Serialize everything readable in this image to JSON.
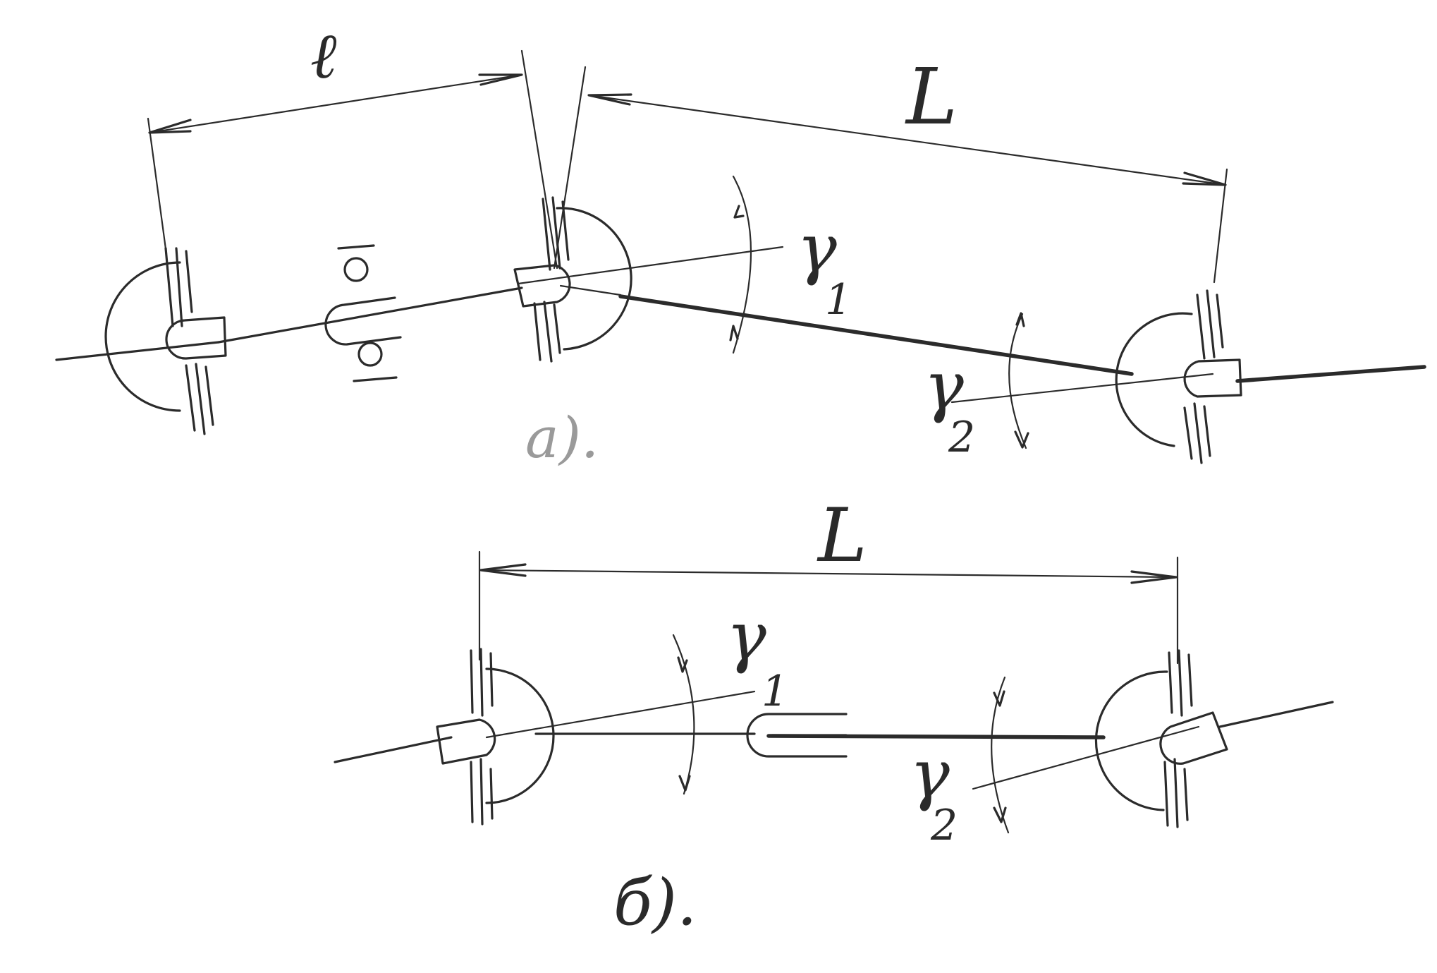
{
  "diagram": {
    "variant_a": {
      "caption": "а).",
      "dim_short": "ℓ",
      "dim_long": "L",
      "angle1": "γ",
      "angle1_sub": "1",
      "angle2": "γ",
      "angle2_sub": "2"
    },
    "variant_b": {
      "caption": "б).",
      "dim_long": "L",
      "angle1": "γ",
      "angle1_sub": "1",
      "angle2": "γ",
      "angle2_sub": "2"
    },
    "colors": {
      "ink": "#2b2b2b",
      "paper": "#ffffff"
    }
  }
}
